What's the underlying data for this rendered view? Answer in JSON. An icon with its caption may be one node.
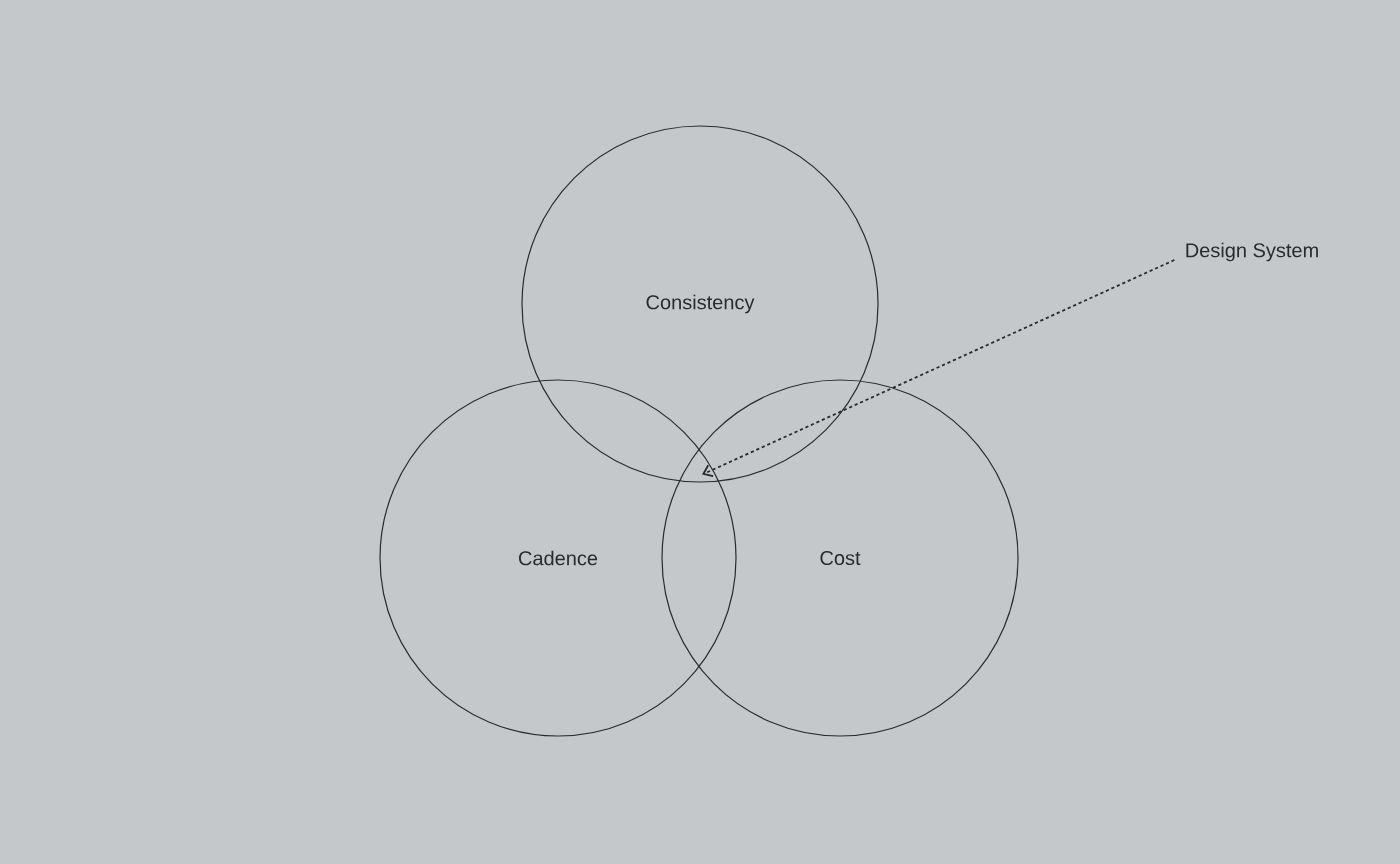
{
  "diagram": {
    "nodes": [
      {
        "text": [
          "Consistency"
        ]
      },
      {
        "text": [
          "Cadence"
        ]
      },
      {
        "text": [
          "Cost"
        ]
      },
      {
        "text": [
          "Design System"
        ]
      }
    ],
    "edges": [
      {
        "from": 3,
        "to": 0,
        "arrow": "to",
        "style": "dashed"
      }
    ]
  }
}
